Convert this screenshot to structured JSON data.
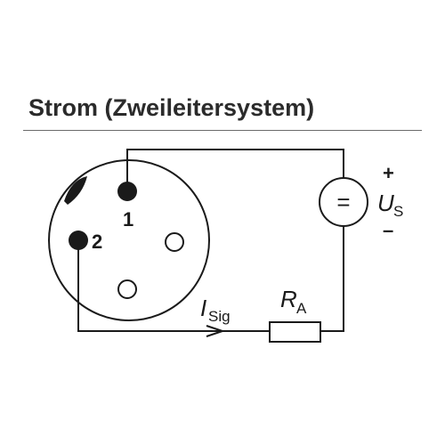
{
  "heading": {
    "title": "Strom (Zweileitersystem)"
  },
  "connector": {
    "pin_labels": {
      "pin1": "1",
      "pin2": "2"
    }
  },
  "source": {
    "symbol": "=",
    "plus": "+",
    "minus": "–",
    "label_main": "U",
    "label_sub": "S"
  },
  "signal": {
    "label_main": "I",
    "label_sub": "Sig"
  },
  "resistor": {
    "label_main": "R",
    "label_sub": "A"
  }
}
